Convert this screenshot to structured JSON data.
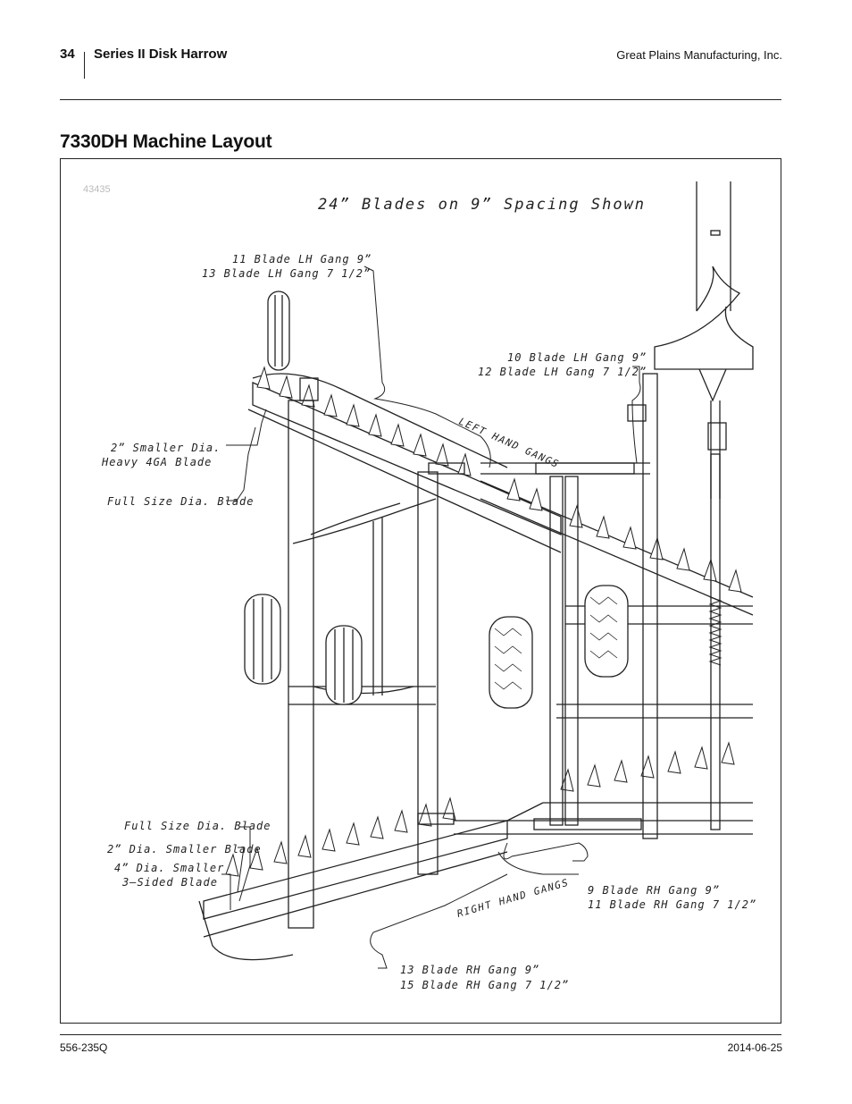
{
  "header": {
    "page_number": "34",
    "doc_title": "Series II Disk Harrow",
    "company": "Great Plains Manufacturing, Inc."
  },
  "page_title": "7330DH Machine Layout",
  "figure": {
    "figure_id": "43435",
    "caption": "24” Blades on 9” Spacing Shown",
    "labels": {
      "lh_outer_1": "11 Blade LH Gang 9”",
      "lh_outer_2": "13 Blade LH Gang 7 1/2”",
      "lh_inner_1": "10 Blade LH Gang 9”",
      "lh_inner_2": "12 Blade LH Gang 7 1/2”",
      "left_hand_gangs": "LEFT HAND GANGS",
      "smaller_dia_1": "2” Smaller Dia.",
      "smaller_dia_2": "Heavy 4GA Blade",
      "full_size_top": "Full Size Dia. Blade",
      "full_size_bottom": "Full Size Dia. Blade",
      "two_in_smaller": "2” Dia. Smaller Blade",
      "four_in_1": "4” Dia. Smaller",
      "four_in_2": "3–Sided Blade",
      "right_hand_gangs": "RIGHT HAND GANGS",
      "rh_inner_1": "9 Blade RH Gang 9”",
      "rh_inner_2": "11 Blade RH Gang 7 1/2”",
      "rh_outer_1": "13 Blade RH Gang 9”",
      "rh_outer_2": "15 Blade RH Gang 7 1/2”"
    }
  },
  "footer": {
    "doc_number": "556-235Q",
    "date": "2014-06-25"
  }
}
